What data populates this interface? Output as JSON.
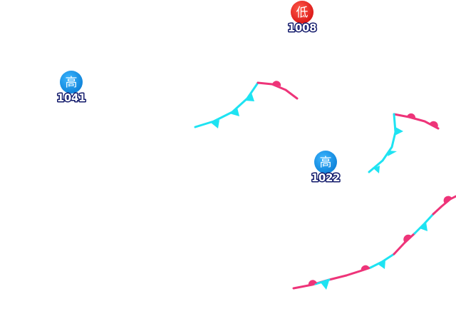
{
  "map": {
    "colors": {
      "warm_front": "#ee3479",
      "cold_front": "#1ee3f2",
      "high_center": "#1495e8",
      "low_center": "#e8201c",
      "pressure_text_outline": "#121a6b",
      "background": "#ffffff"
    },
    "pressure_centers": [
      {
        "kind": "low",
        "symbol": "低",
        "pressure": "1008"
      },
      {
        "kind": "high",
        "symbol": "高",
        "pressure": "1041"
      },
      {
        "kind": "high",
        "symbol": "高",
        "pressure": "1022"
      }
    ],
    "fronts": [
      {
        "type": "occluded",
        "segments": [
          "cold",
          "warm"
        ]
      },
      {
        "type": "occluded",
        "segments": [
          "warm",
          "cold"
        ]
      },
      {
        "type": "occluded",
        "segments": [
          "warm",
          "cold",
          "warm",
          "cold",
          "warm"
        ]
      }
    ]
  }
}
